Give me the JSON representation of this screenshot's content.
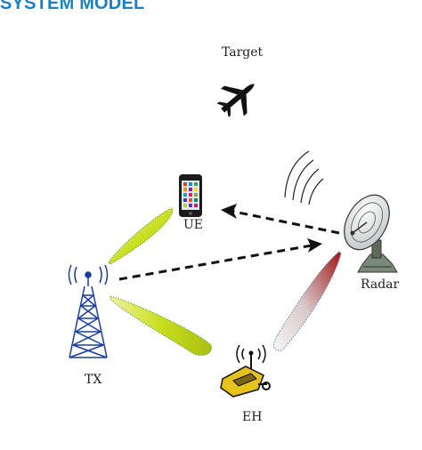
{
  "header": {
    "title": "SYSTEM MODEL"
  },
  "nodes": {
    "target": {
      "label": "Target",
      "icon": "airplane-icon"
    },
    "ue": {
      "label": "UE",
      "icon": "smartphone-icon"
    },
    "radar": {
      "label": "Radar",
      "icon": "radar-dish-icon"
    },
    "tx": {
      "label": "TX",
      "icon": "transmission-tower-icon"
    },
    "eh": {
      "label": "EH",
      "icon": "energy-harvester-icon"
    }
  },
  "colors": {
    "title": "#1c7fc1",
    "beam_tx": "#c8de1e",
    "beam_radar": "#b02020",
    "tower": "#1a3e9e"
  }
}
